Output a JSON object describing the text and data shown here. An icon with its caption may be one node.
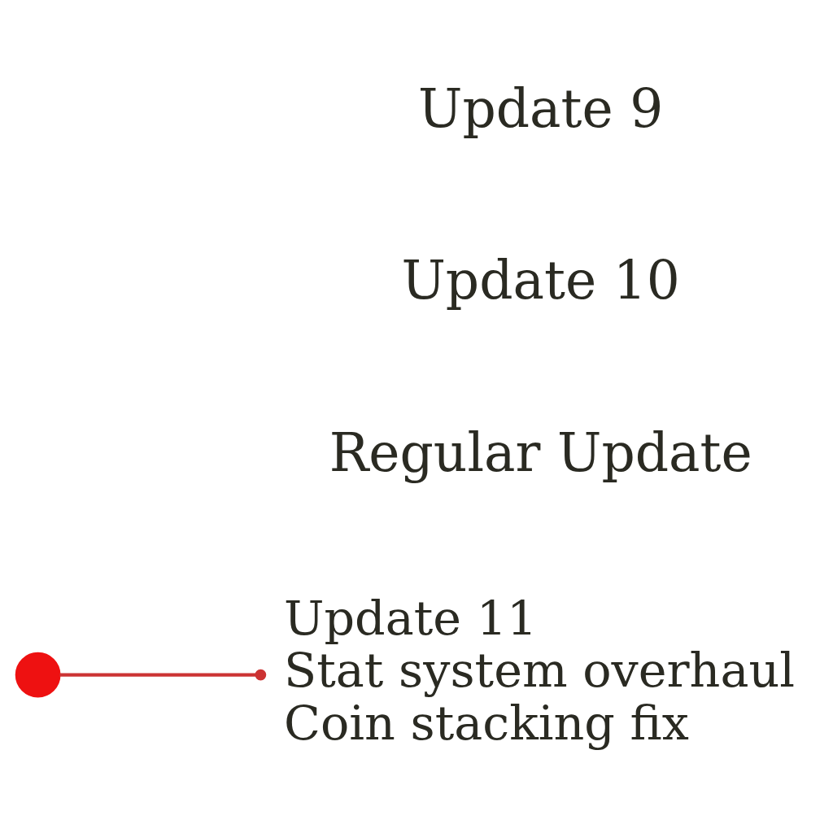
{
  "diagram": {
    "nodes": [
      {
        "text": [],
        "shape": "circle"
      },
      {
        "text": [
          "Update 11",
          "Stat system overhaul",
          "Coin stacking fix"
        ]
      }
    ],
    "edges": [
      {
        "from": 0,
        "to": 1,
        "arrow": "other"
      }
    ],
    "labels": [
      "Update 9",
      "Update 10",
      "Regular Update"
    ]
  }
}
